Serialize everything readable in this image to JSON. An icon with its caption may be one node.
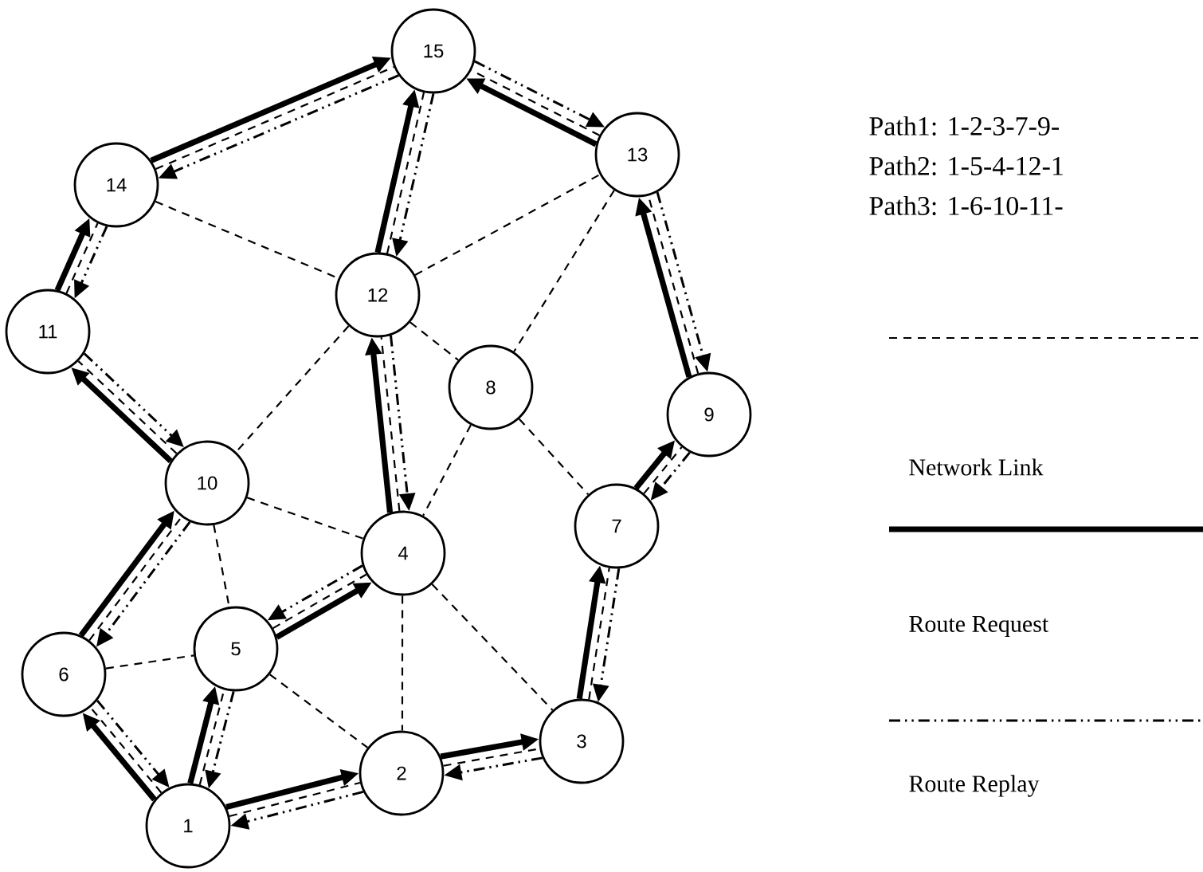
{
  "diagram": {
    "nodes": [
      {
        "text": [
          "1"
        ]
      },
      {
        "text": [
          "2"
        ]
      },
      {
        "text": [
          "3"
        ]
      },
      {
        "text": [
          "4"
        ]
      },
      {
        "text": [
          "5"
        ]
      },
      {
        "text": [
          "6"
        ]
      },
      {
        "text": [
          "7"
        ]
      },
      {
        "text": [
          "8"
        ]
      },
      {
        "text": [
          "9"
        ]
      },
      {
        "text": [
          "10"
        ]
      },
      {
        "text": [
          "11"
        ]
      },
      {
        "text": [
          "12"
        ]
      },
      {
        "text": [
          "13"
        ]
      },
      {
        "text": [
          "14"
        ]
      },
      {
        "text": [
          "15"
        ]
      }
    ],
    "edges": [
      {
        "from": 0,
        "to": 1,
        "arrow": "none",
        "style": "dashed"
      },
      {
        "from": 0,
        "to": 1,
        "arrow": "to",
        "style": "thick"
      },
      {
        "from": 1,
        "to": 0,
        "arrow": "to",
        "style": "dashed"
      },
      {
        "from": 1,
        "to": 2,
        "arrow": "none",
        "style": "dashed"
      },
      {
        "from": 1,
        "to": 2,
        "arrow": "to",
        "style": "thick"
      },
      {
        "from": 2,
        "to": 1,
        "arrow": "to",
        "style": "dashed"
      },
      {
        "from": 2,
        "to": 6,
        "arrow": "none",
        "style": "dashed"
      },
      {
        "from": 2,
        "to": 6,
        "arrow": "to",
        "style": "thick"
      },
      {
        "from": 6,
        "to": 2,
        "arrow": "to",
        "style": "dashed"
      },
      {
        "from": 6,
        "to": 8,
        "arrow": "none",
        "style": "dashed"
      },
      {
        "from": 6,
        "to": 8,
        "arrow": "to",
        "style": "thick"
      },
      {
        "from": 8,
        "to": 6,
        "arrow": "to",
        "style": "dashed"
      },
      {
        "from": 8,
        "to": 12,
        "arrow": "none",
        "style": "dashed"
      },
      {
        "from": 8,
        "to": 12,
        "arrow": "to",
        "style": "thick"
      },
      {
        "from": 12,
        "to": 8,
        "arrow": "to",
        "style": "dashed"
      },
      {
        "from": 12,
        "to": 14,
        "arrow": "none",
        "style": "dashed"
      },
      {
        "from": 12,
        "to": 14,
        "arrow": "to",
        "style": "thick"
      },
      {
        "from": 14,
        "to": 12,
        "arrow": "to",
        "style": "dashed"
      },
      {
        "from": 0,
        "to": 4,
        "arrow": "none",
        "style": "dashed"
      },
      {
        "from": 0,
        "to": 4,
        "arrow": "to",
        "style": "thick"
      },
      {
        "from": 4,
        "to": 0,
        "arrow": "to",
        "style": "dashed"
      },
      {
        "from": 4,
        "to": 3,
        "arrow": "none",
        "style": "dashed"
      },
      {
        "from": 4,
        "to": 3,
        "arrow": "to",
        "style": "thick"
      },
      {
        "from": 3,
        "to": 4,
        "arrow": "to",
        "style": "dashed"
      },
      {
        "from": 3,
        "to": 11,
        "arrow": "none",
        "style": "dashed"
      },
      {
        "from": 3,
        "to": 11,
        "arrow": "to",
        "style": "thick"
      },
      {
        "from": 11,
        "to": 3,
        "arrow": "to",
        "style": "dashed"
      },
      {
        "from": 11,
        "to": 14,
        "arrow": "none",
        "style": "dashed"
      },
      {
        "from": 11,
        "to": 14,
        "arrow": "to",
        "style": "thick"
      },
      {
        "from": 14,
        "to": 11,
        "arrow": "to",
        "style": "dashed"
      },
      {
        "from": 0,
        "to": 5,
        "arrow": "none",
        "style": "dashed"
      },
      {
        "from": 0,
        "to": 5,
        "arrow": "to",
        "style": "thick"
      },
      {
        "from": 5,
        "to": 0,
        "arrow": "to",
        "style": "dashed"
      },
      {
        "from": 5,
        "to": 9,
        "arrow": "none",
        "style": "dashed"
      },
      {
        "from": 5,
        "to": 9,
        "arrow": "to",
        "style": "thick"
      },
      {
        "from": 9,
        "to": 5,
        "arrow": "to",
        "style": "dashed"
      },
      {
        "from": 9,
        "to": 10,
        "arrow": "none",
        "style": "dashed"
      },
      {
        "from": 9,
        "to": 10,
        "arrow": "to",
        "style": "thick"
      },
      {
        "from": 10,
        "to": 9,
        "arrow": "to",
        "style": "dashed"
      },
      {
        "from": 10,
        "to": 13,
        "arrow": "none",
        "style": "dashed"
      },
      {
        "from": 10,
        "to": 13,
        "arrow": "to",
        "style": "thick"
      },
      {
        "from": 13,
        "to": 10,
        "arrow": "to",
        "style": "dashed"
      },
      {
        "from": 13,
        "to": 14,
        "arrow": "none",
        "style": "dashed"
      },
      {
        "from": 13,
        "to": 14,
        "arrow": "to",
        "style": "thick"
      },
      {
        "from": 14,
        "to": 13,
        "arrow": "to",
        "style": "dashed"
      },
      {
        "from": 13,
        "to": 11,
        "arrow": "none",
        "style": "dashed"
      },
      {
        "from": 11,
        "to": 12,
        "arrow": "none",
        "style": "dashed"
      },
      {
        "from": 11,
        "to": 9,
        "arrow": "none",
        "style": "dashed"
      },
      {
        "from": 11,
        "to": 7,
        "arrow": "none",
        "style": "dashed"
      },
      {
        "from": 12,
        "to": 7,
        "arrow": "none",
        "style": "dashed"
      },
      {
        "from": 7,
        "to": 3,
        "arrow": "none",
        "style": "dashed"
      },
      {
        "from": 7,
        "to": 6,
        "arrow": "none",
        "style": "dashed"
      },
      {
        "from": 9,
        "to": 3,
        "arrow": "none",
        "style": "dashed"
      },
      {
        "from": 9,
        "to": 4,
        "arrow": "none",
        "style": "dashed"
      },
      {
        "from": 5,
        "to": 4,
        "arrow": "none",
        "style": "dashed"
      },
      {
        "from": 4,
        "to": 1,
        "arrow": "none",
        "style": "dashed"
      },
      {
        "from": 3,
        "to": 1,
        "arrow": "none",
        "style": "dashed"
      },
      {
        "from": 3,
        "to": 2,
        "arrow": "none",
        "style": "dashed"
      }
    ],
    "labels": [
      "Path1: 1-2-3-7-9-",
      "Path2: 1-5-4-12-1",
      "Path3: 1-6-10-11-"
    ],
    "legend": [
      {
        "text": "Network Link"
      },
      {
        "text": "Route Request"
      },
      {
        "text": "Route Replay"
      }
    ]
  }
}
